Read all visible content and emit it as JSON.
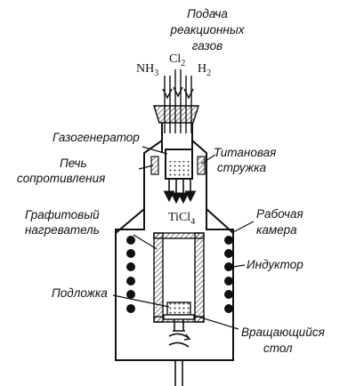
{
  "labels": {
    "reaction_gases": [
      "Подача",
      "реакционных",
      "газов"
    ],
    "gas_generator": "Газогенератор",
    "resistance_furnace": [
      "Печь",
      "сопротивления"
    ],
    "titanium_chips": [
      "Титановая",
      "стружка"
    ],
    "graphite_heater": [
      "Графитовый",
      "нагреватель"
    ],
    "work_chamber": [
      "Рабочая",
      "камера"
    ],
    "inductor": "Индуктор",
    "substrate": "Подложка",
    "rotating_table": [
      "Вращающийся",
      "стол"
    ]
  },
  "chemicals": {
    "nh3": {
      "base": "NH",
      "sub": "3"
    },
    "cl2": {
      "base": "Cl",
      "sub": "2"
    },
    "h2": {
      "base": "H",
      "sub": "2"
    },
    "ticl4": {
      "base": "TiCl",
      "sub": "4"
    }
  },
  "colors": {
    "ink": "#111111",
    "paper": "#ffffff",
    "hatch": "#555555"
  }
}
